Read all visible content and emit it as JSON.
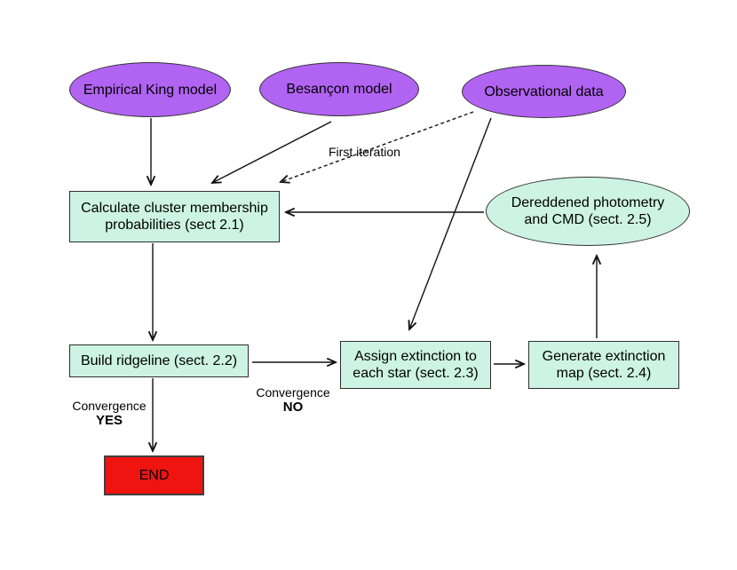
{
  "diagram": {
    "title": "Cluster membership / extinction-map iterative pipeline flowchart",
    "nodes": {
      "empirical_king": {
        "label": "Empirical King model",
        "shape": "ellipse",
        "fill": "#b163f2"
      },
      "besancon": {
        "label": "Besançon model",
        "shape": "ellipse",
        "fill": "#b163f2"
      },
      "observational": {
        "label": "Observational data",
        "shape": "ellipse",
        "fill": "#b163f2"
      },
      "calculate": {
        "label": "Calculate cluster membership probabilities (sect 2.1)",
        "shape": "rect",
        "fill": "#cdf3e4"
      },
      "dereddened": {
        "label": "Dereddened photometry and CMD (sect. 2.5)",
        "shape": "ellipse",
        "fill": "#cdf3e4"
      },
      "build_ridgeline": {
        "label": "Build ridgeline (sect. 2.2)",
        "shape": "rect",
        "fill": "#cdf3e4"
      },
      "assign_extinction": {
        "label": "Assign extinction to each star (sect. 2.3)",
        "shape": "rect",
        "fill": "#cdf3e4"
      },
      "generate_map": {
        "label": "Generate extinction map (sect. 2.4)",
        "shape": "rect",
        "fill": "#cdf3e4"
      },
      "end": {
        "label": "END",
        "shape": "rect",
        "fill": "#f01410"
      }
    },
    "edge_labels": {
      "first_iteration": "First iteration",
      "convergence_no": {
        "line1": "Convergence",
        "line2": "NO"
      },
      "convergence_yes": {
        "line1": "Convergence",
        "line2": "YES"
      }
    },
    "colors": {
      "model_node": "#b163f2",
      "process_node": "#cdf3e4",
      "end_node": "#f01410",
      "node_border": "#333333",
      "arrow": "#111111",
      "background": "#ffffff",
      "text": "#000000"
    }
  }
}
